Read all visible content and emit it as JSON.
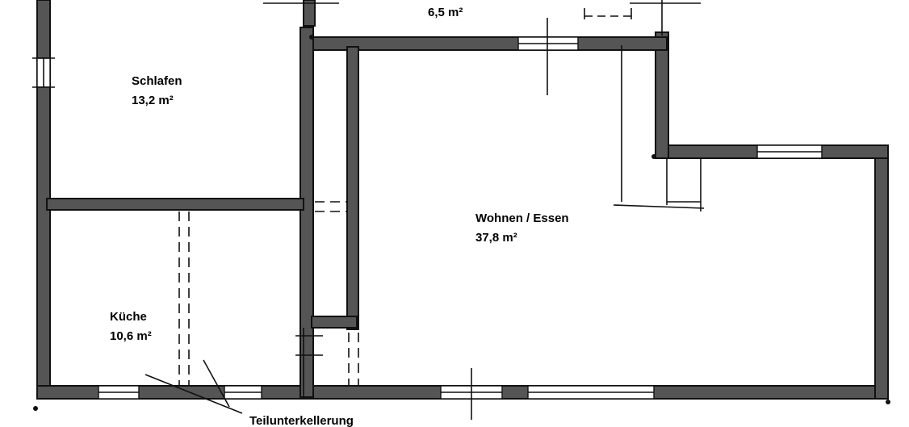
{
  "rooms": {
    "top": {
      "area": "6,5 m²"
    },
    "schlafen": {
      "name": "Schlafen",
      "area": "13,2 m²"
    },
    "wohnen": {
      "name": "Wohnen / Essen",
      "area": "37,8 m²"
    },
    "kueche": {
      "name": "Küche",
      "area": "10,6 m²"
    }
  },
  "notes": {
    "basement": "Teilunterkellerung"
  }
}
